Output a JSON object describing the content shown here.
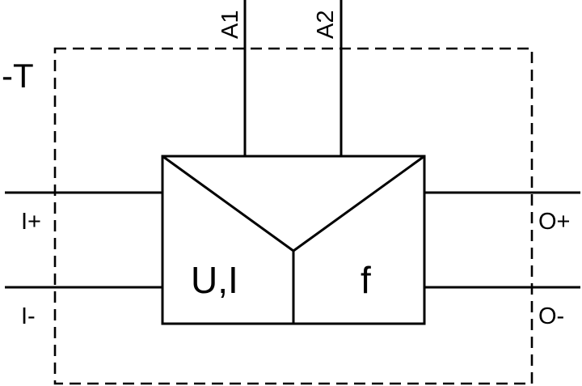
{
  "diagram": {
    "designation": "-T",
    "inputs": {
      "aux_1": "A1",
      "aux_2": "A2",
      "positive": "I+",
      "negative": "I-"
    },
    "outputs": {
      "positive": "O+",
      "negative": "O-"
    },
    "converter": {
      "input_quantity": "U,I",
      "output_quantity": "f"
    },
    "colors": {
      "stroke": "#000000",
      "background": "#ffffff"
    }
  }
}
